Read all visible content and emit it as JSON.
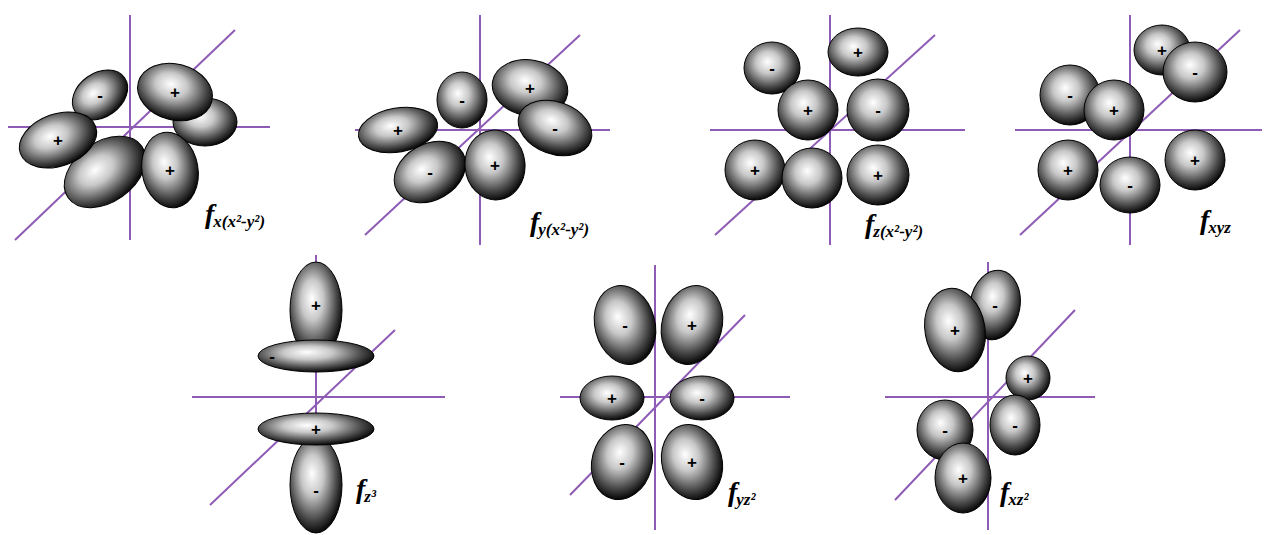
{
  "diagram": {
    "labels": [
      "-",
      "+",
      "+",
      "+",
      "f",
      "x(x²-y²)",
      "-",
      "+",
      "+",
      "-",
      "-",
      "+",
      "f",
      "y(x²-y²)",
      "+",
      "-",
      "+",
      "-",
      "+",
      "+",
      "f",
      "z(x²-y²)",
      "+",
      "-",
      "-",
      "+",
      "+",
      "+",
      "-",
      "f",
      "xyz",
      "+",
      "-",
      "+",
      "-",
      "f",
      "z³",
      "-",
      "+",
      "+",
      "-",
      "-",
      "+",
      "f",
      "yz²",
      "-",
      "+",
      "+",
      "-",
      "-",
      "+",
      "f",
      "xz²"
    ]
  }
}
